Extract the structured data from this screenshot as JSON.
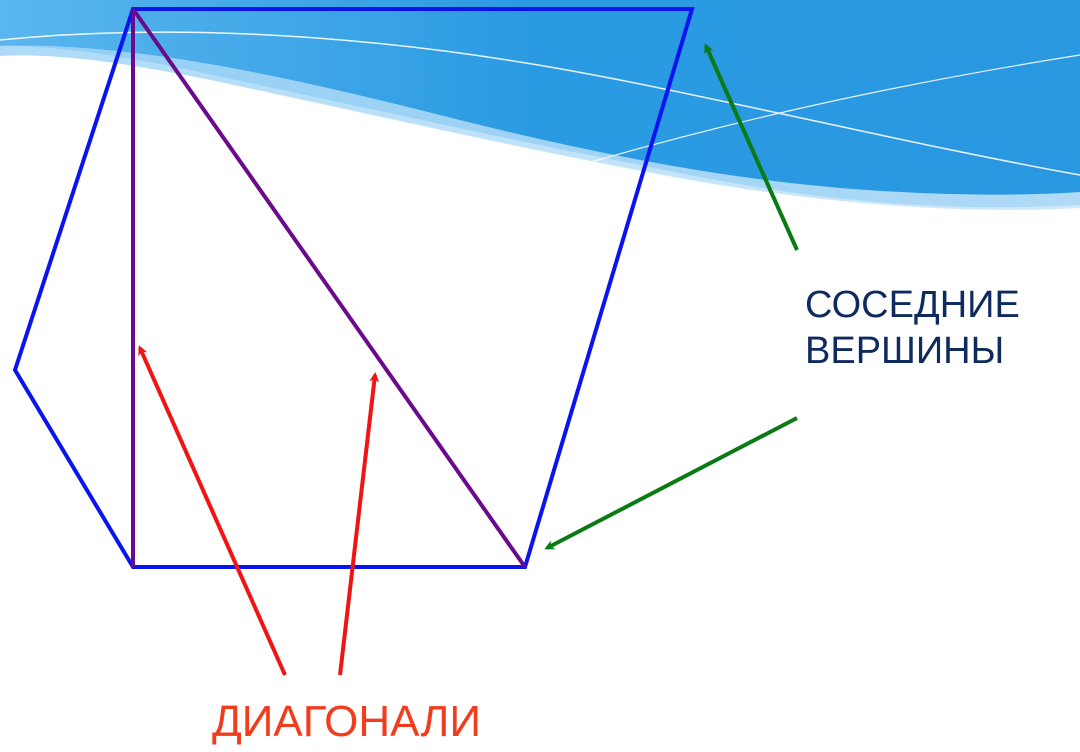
{
  "labels": {
    "neighbors_line1": "СОСЕДНИЕ",
    "neighbors_line2": "ВЕРШИНЫ",
    "diagonals": "ДИАГОНАЛИ"
  },
  "colors": {
    "polygon": "#0a14f0",
    "diagonals": "#6a0a8c",
    "red_arrows": "#f01414",
    "green_arrows": "#0a7a14",
    "neighbors_text": "#0f2a5c",
    "diagonals_text": "#f23c1e",
    "header_wave": "#2aa0e6"
  }
}
